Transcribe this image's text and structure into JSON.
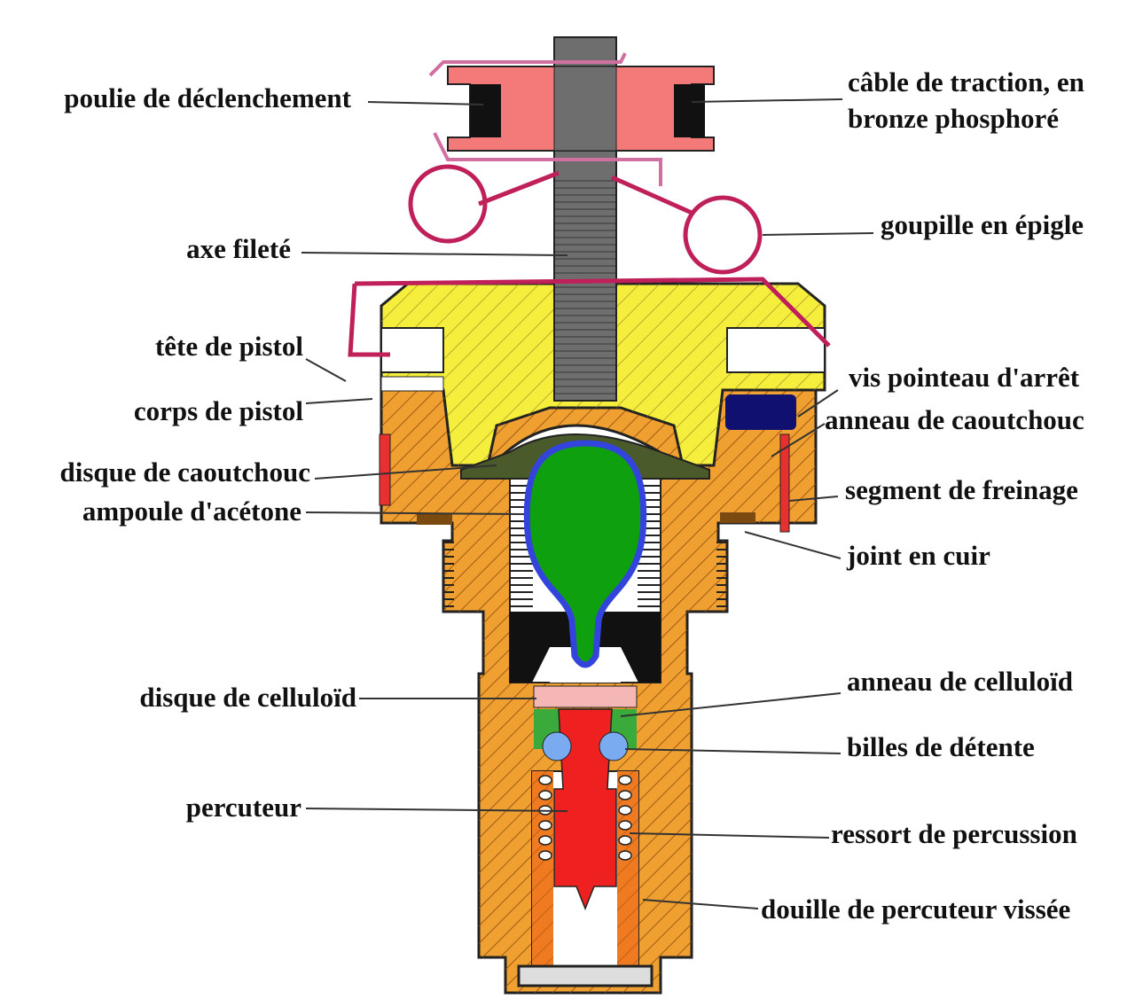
{
  "diagram": {
    "labels_left": [
      {
        "id": "poulie",
        "text": "poulie de déclenchement"
      },
      {
        "id": "axe",
        "text": "axe fileté"
      },
      {
        "id": "tete",
        "text": "tête de pistol"
      },
      {
        "id": "corps",
        "text": "corps de pistol"
      },
      {
        "id": "disque-caoutchouc",
        "text": "disque de caoutchouc"
      },
      {
        "id": "ampoule",
        "text": "ampoule d'acétone"
      },
      {
        "id": "disque-celluloid",
        "text": "disque de celluloïd"
      },
      {
        "id": "percuteur",
        "text": "percuteur"
      }
    ],
    "labels_right": [
      {
        "id": "cable",
        "text": "câble de traction, en\nbronze phosphoré"
      },
      {
        "id": "goupille",
        "text": "goupille en épigle"
      },
      {
        "id": "vis",
        "text": "vis pointeau d'arrêt"
      },
      {
        "id": "anneau-caoutchouc",
        "text": "anneau de caoutchouc"
      },
      {
        "id": "segment",
        "text": "segment de freinage"
      },
      {
        "id": "joint",
        "text": "joint en cuir"
      },
      {
        "id": "anneau-celluloid",
        "text": "anneau de celluloïd"
      },
      {
        "id": "billes",
        "text": "billes de détente"
      },
      {
        "id": "ressort",
        "text": "ressort de percussion"
      },
      {
        "id": "douille",
        "text": "douille de percuteur vissée"
      }
    ],
    "colors": {
      "body_orange": "#f0a030",
      "head_yellow": "#f5ee3c",
      "pulley_pink": "#f47a7a",
      "axis_gray": "#6e6e6e",
      "ampoule_green": "#0fa00f",
      "ampoule_blue": "#3344dd",
      "pin_magenta": "#c0205a",
      "striker_red": "#ee2020",
      "ring_navy": "#101070",
      "celluloid_pink": "#f5b6b6",
      "celluloid_ring_green": "#3aaa3a",
      "ball_blue": "#7aaaf0"
    }
  }
}
